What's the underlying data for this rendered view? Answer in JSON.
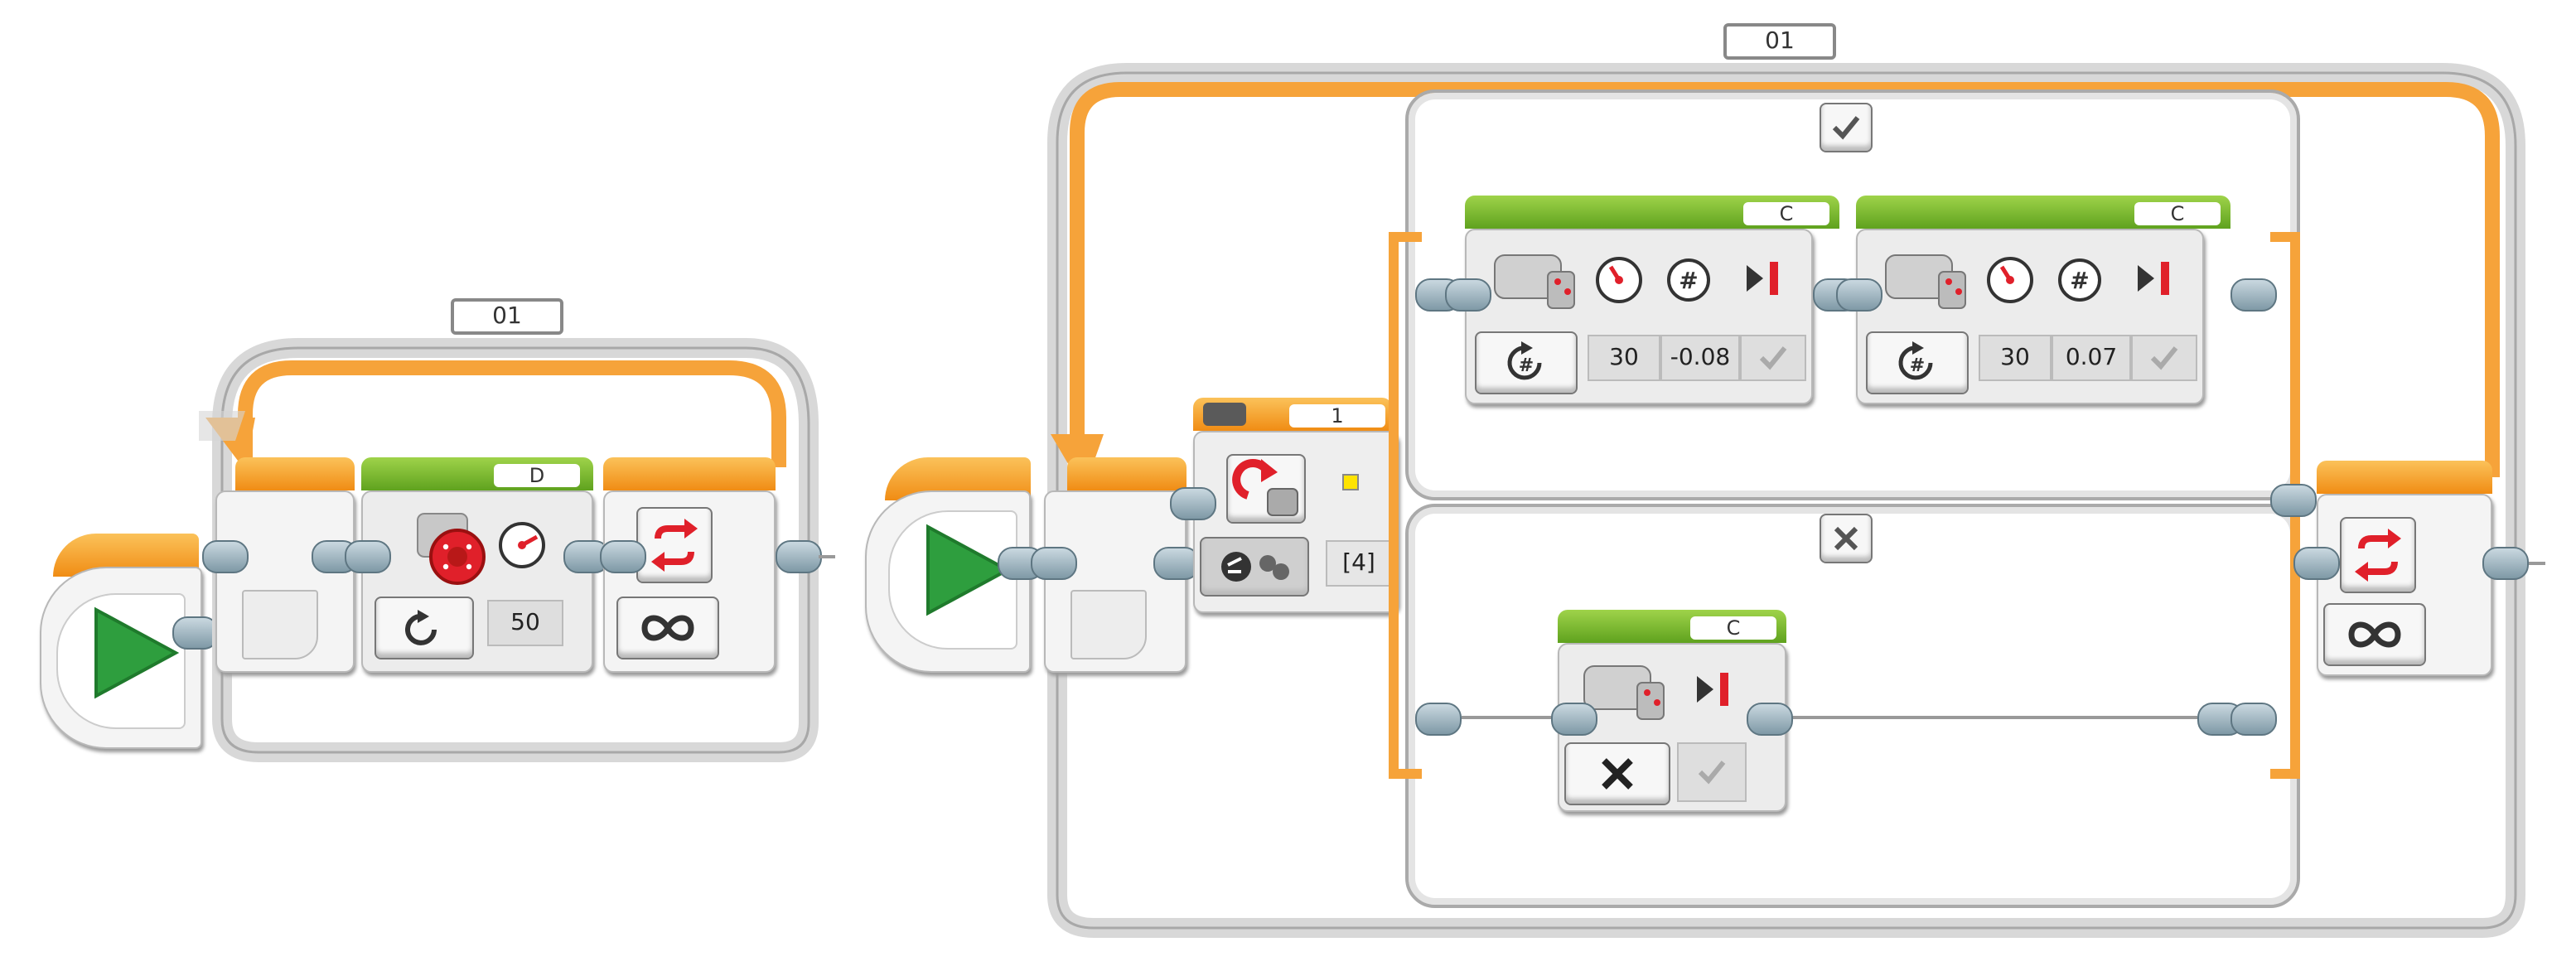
{
  "program": {
    "loop_left": {
      "name_label": "01",
      "motor": {
        "port_label": "D",
        "power_value": "50"
      },
      "exit_mode_icon": "infinity-icon"
    },
    "loop_right": {
      "name_label": "01",
      "switch": {
        "port_label": "1",
        "compare_value": "[4]",
        "true_case_icon": "check-icon",
        "false_case_icon": "cross-icon"
      },
      "tank_block_1": {
        "port_label": "C",
        "power_value": "30",
        "rotations_value": "-0.08"
      },
      "tank_block_2": {
        "port_label": "C",
        "power_value": "30",
        "rotations_value": "0.07"
      },
      "stop_block": {
        "port_label": "C"
      },
      "exit_mode_icon": "infinity-icon"
    }
  },
  "colors": {
    "loop_orange": "#f6a33a",
    "motor_green": "#7ab82e",
    "start_green": "#2e9e3e",
    "accent_red": "#e0202a"
  }
}
